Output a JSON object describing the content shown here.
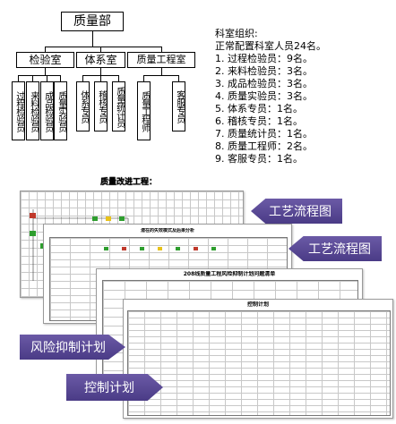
{
  "org": {
    "top": "质量部",
    "depts": [
      {
        "label": "检验室",
        "staff": [
          "过程检验员",
          "来料检验员",
          "成品检验员",
          "质量实验员"
        ]
      },
      {
        "label": "体系室",
        "staff": [
          "体系专员",
          "稽核专员",
          "质量统计员"
        ]
      },
      {
        "label": "质量工程室",
        "staff": [
          "质量工程师",
          "客服专员"
        ]
      }
    ]
  },
  "staffing": {
    "title": "科室组织:",
    "subtitle": "正常配置科室人员24名。",
    "items": [
      "1.  过程检验员：9名。",
      "2.  来料检验员：3名。",
      "3.  成品检验员：3名。",
      "4.  质量实验员：3名。",
      "5.  体系专员：1名。",
      "6.  稽核专员：1名。",
      "7.  质量统计员：1名。",
      "8.  质量工程师：2名。",
      "9.  客服专员：1名。"
    ]
  },
  "section_title": "质量改进工程：",
  "labels": {
    "process1": "工艺流程图",
    "process2": "工艺流程图",
    "risk": "风险抑制计划",
    "control": "控制计划"
  },
  "docs": {
    "fmea_title": "潜在的失效模式及后果分析",
    "risk_title": "208线质量工程风险抑制计划问题清单",
    "control_title": "控制计划"
  },
  "colors": {
    "arrow": "#5a4a98",
    "flow_green": "#2e9e2e",
    "flow_red": "#c0392b",
    "flow_yellow": "#e8c21a"
  }
}
